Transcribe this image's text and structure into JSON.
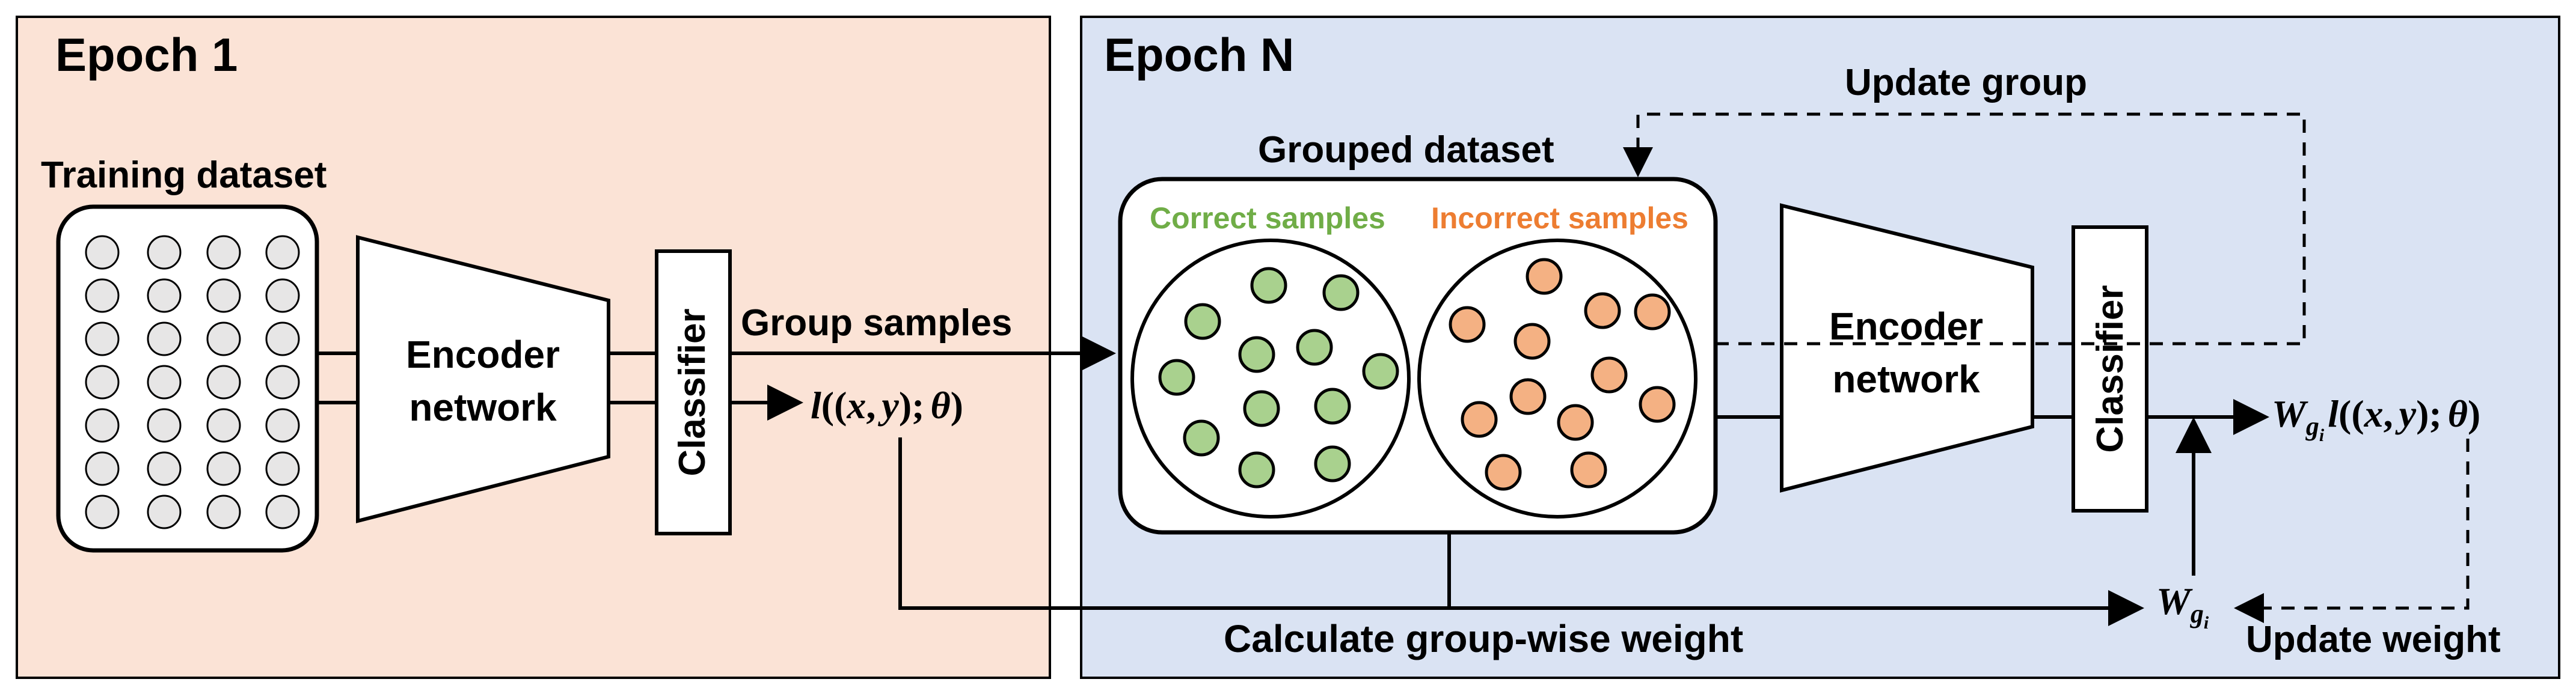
{
  "panels": {
    "epoch1": {
      "title": "Epoch 1",
      "bg": "#fbe3d6"
    },
    "epochN": {
      "title": "Epoch N",
      "bg": "#dae3f3"
    }
  },
  "epoch1": {
    "dataset_label": "Training dataset",
    "encoder_line1": "Encoder",
    "encoder_line2": "network",
    "classifier": "Classifier",
    "group_samples": "Group samples",
    "loss": {
      "l": "l",
      "open": "((",
      "x": "x",
      "comma": ",",
      "y": "y",
      "close": ");",
      "theta": "θ",
      "end": ")"
    }
  },
  "epochN": {
    "grouped_dataset": "Grouped dataset",
    "correct_samples": "Correct samples",
    "incorrect_samples": "Incorrect samples",
    "encoder_line1": "Encoder",
    "encoder_line2": "network",
    "classifier": "Classifier",
    "update_group": "Update group",
    "update_weight": "Update weight",
    "calc_weight": "Calculate group-wise weight",
    "weighted_loss": {
      "W": "W",
      "sub_g": "g",
      "sub_i": "i",
      "l": "l",
      "open": "((",
      "x": "x",
      "comma": ",",
      "y": "y",
      "close": ");",
      "theta": "θ",
      "end": ")"
    },
    "weight": {
      "W": "W",
      "sub_g": "g",
      "sub_i": "i"
    }
  },
  "colors": {
    "correct": "#70ad47",
    "correct_fill": "#a9d18e",
    "incorrect": "#ed7d31",
    "incorrect_fill": "#f4b183",
    "dataset_dot": "#e7e6e6"
  }
}
